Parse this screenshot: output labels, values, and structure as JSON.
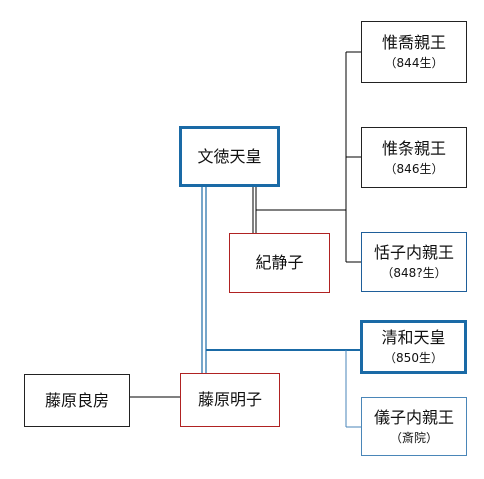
{
  "diagram": {
    "nodes": {
      "montoku": {
        "name": "文徳天皇"
      },
      "kinoshizuko": {
        "name": "紀静子"
      },
      "fujiwara_yoshifusa": {
        "name": "藤原良房"
      },
      "fujiwara_akirakeiko": {
        "name": "藤原明子"
      },
      "koretaka": {
        "name": "惟喬親王",
        "note": "（844生）"
      },
      "koreeda": {
        "name": "惟条親王",
        "note": "（846生）"
      },
      "tenshi": {
        "name": "恬子内親王",
        "note": "（848?生）"
      },
      "seiwa": {
        "name": "清和天皇",
        "note": "（850生）"
      },
      "gishi": {
        "name": "儀子内親王",
        "note": "（斎院）"
      }
    },
    "colors": {
      "black_line": "#000000",
      "blue_line": "#1a6aa6",
      "red_border": "#b02222",
      "blue_border": "#1a6aa6"
    }
  }
}
